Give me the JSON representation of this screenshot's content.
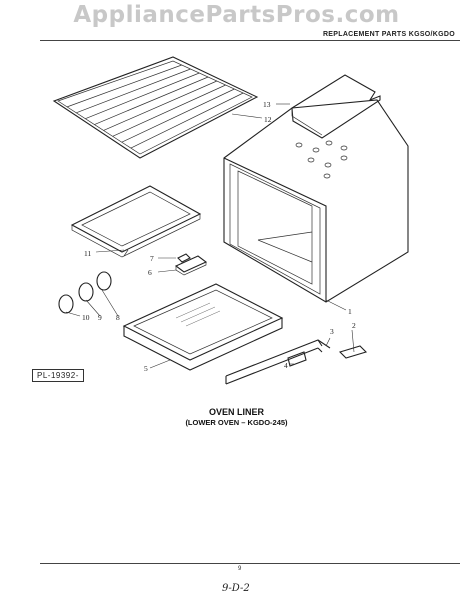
{
  "watermark": "AppliancePartsPros.com",
  "header": {
    "title": "REPLACEMENT PARTS KGSO/KGDO"
  },
  "plate_number": "PL-19392-",
  "diagram": {
    "title": "OVEN LINER",
    "subtitle": "(LOWER OVEN – KGDO-245)",
    "callouts": [
      "1",
      "2",
      "3",
      "4",
      "5",
      "6",
      "7",
      "8",
      "9",
      "10",
      "11",
      "12",
      "13"
    ]
  },
  "footer": {
    "page_number": "9",
    "handwritten_note": "9-D-2"
  }
}
